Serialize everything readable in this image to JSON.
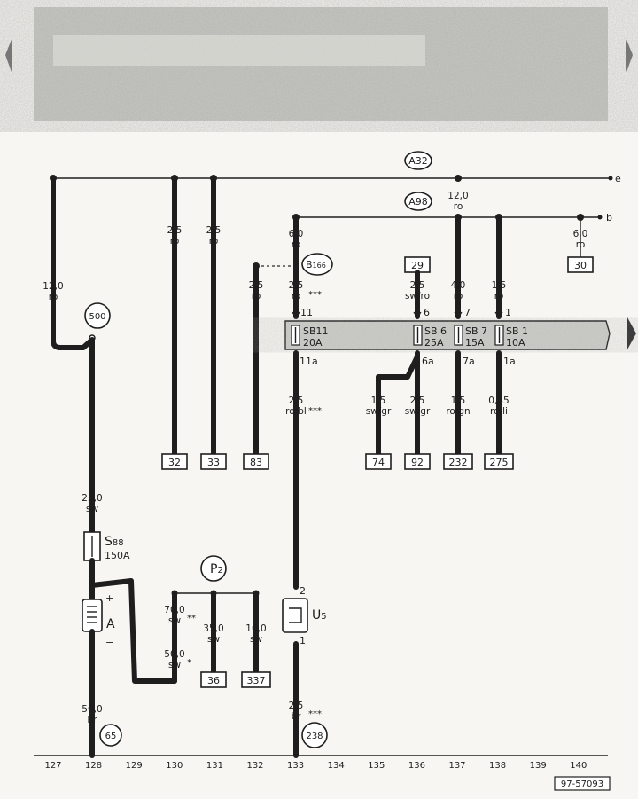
{
  "busbars": [
    {
      "id": "A32",
      "end": "e"
    },
    {
      "id": "A98",
      "end": "b"
    }
  ],
  "wires": [
    {
      "id": "w127",
      "gauge": "12,0",
      "color": "ro"
    },
    {
      "id": "w130a",
      "gauge": "2,5",
      "color": "ro",
      "terminal": "32"
    },
    {
      "id": "w131a",
      "gauge": "2,5",
      "color": "ro",
      "terminal": "33"
    },
    {
      "id": "w132",
      "gauge": "2,5",
      "color": "ro",
      "terminal": "83"
    },
    {
      "id": "w133top",
      "gauge": "6,0",
      "color": "ro"
    },
    {
      "id": "w133mid",
      "gauge": "2,5",
      "color": "ro",
      "mark": "***"
    },
    {
      "id": "w133low",
      "gauge": "2,5",
      "color": "ro/bl",
      "mark": "***"
    },
    {
      "id": "w133bot",
      "gauge": "2,5",
      "color": "br",
      "mark": "***"
    },
    {
      "id": "w136in",
      "gauge": "2,5",
      "color": "sw/ro",
      "terminal": "29"
    },
    {
      "id": "w137top",
      "gauge": "12,0",
      "color": "ro"
    },
    {
      "id": "w137in",
      "gauge": "4,0",
      "color": "ro"
    },
    {
      "id": "w138in",
      "gauge": "1,5",
      "color": "ro"
    },
    {
      "id": "w139",
      "gauge": "6,0",
      "color": "ro",
      "terminal": "30"
    },
    {
      "id": "w135out",
      "gauge": "1,5",
      "color": "sw/gr",
      "terminal": "74"
    },
    {
      "id": "w136out",
      "gauge": "2,5",
      "color": "sw/gr",
      "terminal": "92"
    },
    {
      "id": "w137out",
      "gauge": "1,5",
      "color": "ro/gn",
      "terminal": "232"
    },
    {
      "id": "w138out",
      "gauge": "0,35",
      "color": "ro/li",
      "terminal": "275"
    },
    {
      "id": "w128top",
      "gauge": "25,0",
      "color": "sw"
    },
    {
      "id": "w128bot",
      "gauge": "50,0",
      "color": "br"
    },
    {
      "id": "w130u",
      "gauge": "70,0",
      "color": "sw",
      "mark": "**"
    },
    {
      "id": "w130l",
      "gauge": "50,0",
      "color": "sw",
      "mark": "*"
    },
    {
      "id": "w131b",
      "gauge": "35,0",
      "color": "sw",
      "terminal": "36"
    },
    {
      "id": "w132b",
      "gauge": "10,0",
      "color": "sw",
      "terminal": "337"
    }
  ],
  "connectors": [
    {
      "id": "c500",
      "label": "500"
    },
    {
      "id": "cB",
      "label": "B",
      "sub": "166"
    },
    {
      "id": "cP2",
      "label": "P",
      "sub": "2"
    },
    {
      "id": "c65",
      "label": "65"
    },
    {
      "id": "c238",
      "label": "238"
    }
  ],
  "fuses": [
    {
      "id": "SB11",
      "label": "SB11",
      "rating": "20A",
      "pin_in": "11",
      "pin_out": "11a"
    },
    {
      "id": "SB6",
      "label": "SB 6",
      "rating": "25A",
      "pin_in": "6",
      "pin_out": "6a"
    },
    {
      "id": "SB7",
      "label": "SB 7",
      "rating": "15A",
      "pin_in": "7",
      "pin_out": "7a"
    },
    {
      "id": "SB1",
      "label": "SB 1",
      "rating": "10A",
      "pin_in": "1",
      "pin_out": "1a"
    }
  ],
  "components": {
    "main_fuse": {
      "label": "S",
      "sub": "88",
      "rating": "150A"
    },
    "battery": {
      "label": "A",
      "plus": "+",
      "minus": "−"
    },
    "relay": {
      "label": "U",
      "sub": "5",
      "pin_top": "2",
      "pin_bottom": "1"
    }
  },
  "columns": [
    "127",
    "128",
    "129",
    "130",
    "131",
    "132",
    "133",
    "134",
    "135",
    "136",
    "137",
    "138",
    "139",
    "140"
  ],
  "figure_id": "97-57093"
}
